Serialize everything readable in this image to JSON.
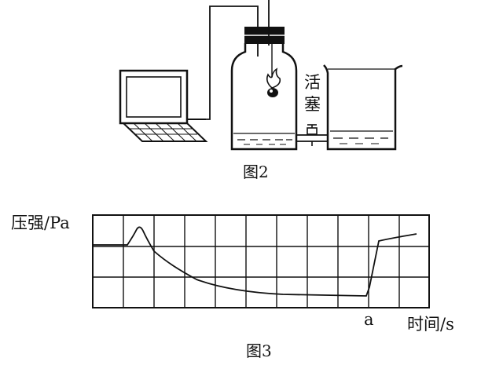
{
  "figure2": {
    "caption": "图2",
    "valve_label_1": "活",
    "valve_label_2": "塞"
  },
  "figure3": {
    "caption": "图3",
    "ylabel": "压强/Pa",
    "xlabel": "时间/s",
    "point_label": "a"
  }
}
